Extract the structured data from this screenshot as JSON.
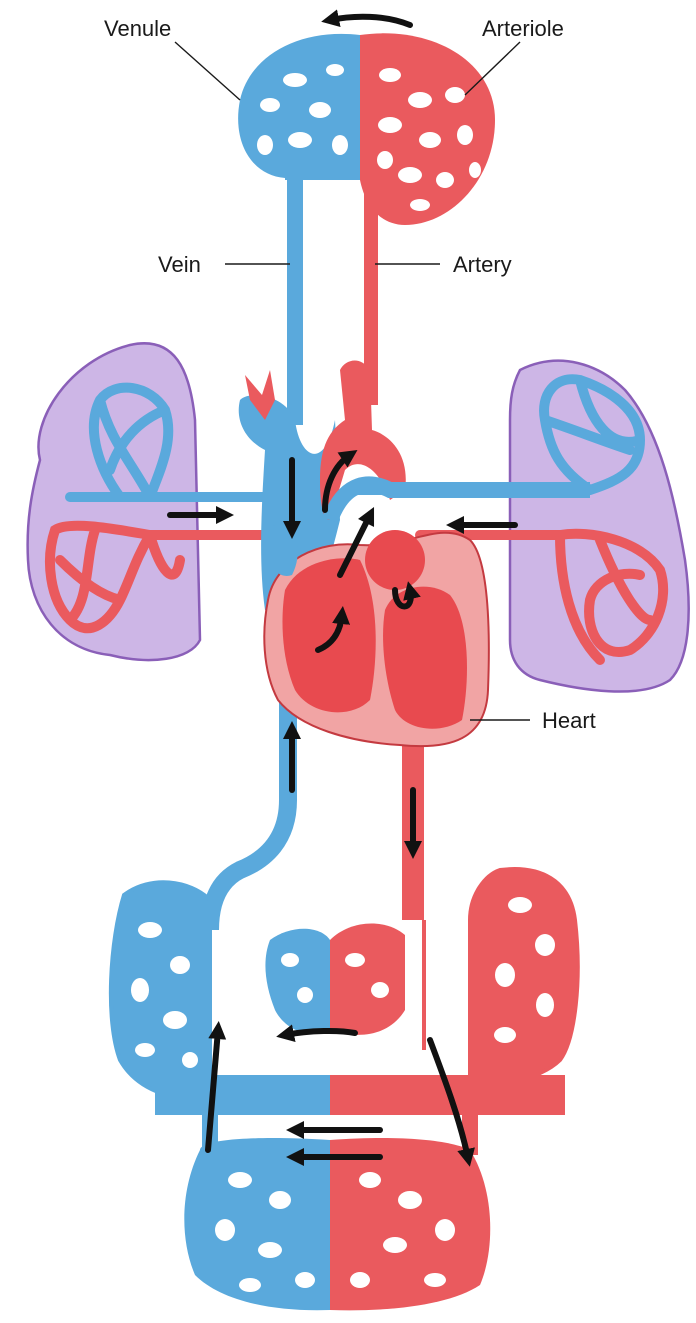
{
  "labels": {
    "venule": "Venule",
    "arteriole": "Arteriole",
    "vein": "Vein",
    "artery": "Artery",
    "heart": "Heart"
  },
  "colors": {
    "vein_blue": "#5aa9dc",
    "vein_blue_dark": "#2f7fb8",
    "artery_red": "#ea5a5e",
    "artery_red_dark": "#c43a40",
    "lung_purple": "#c9b2e3",
    "lung_outline": "#8a5fb8",
    "heart_pink": "#f1a4a4",
    "arrow_black": "#111111"
  }
}
